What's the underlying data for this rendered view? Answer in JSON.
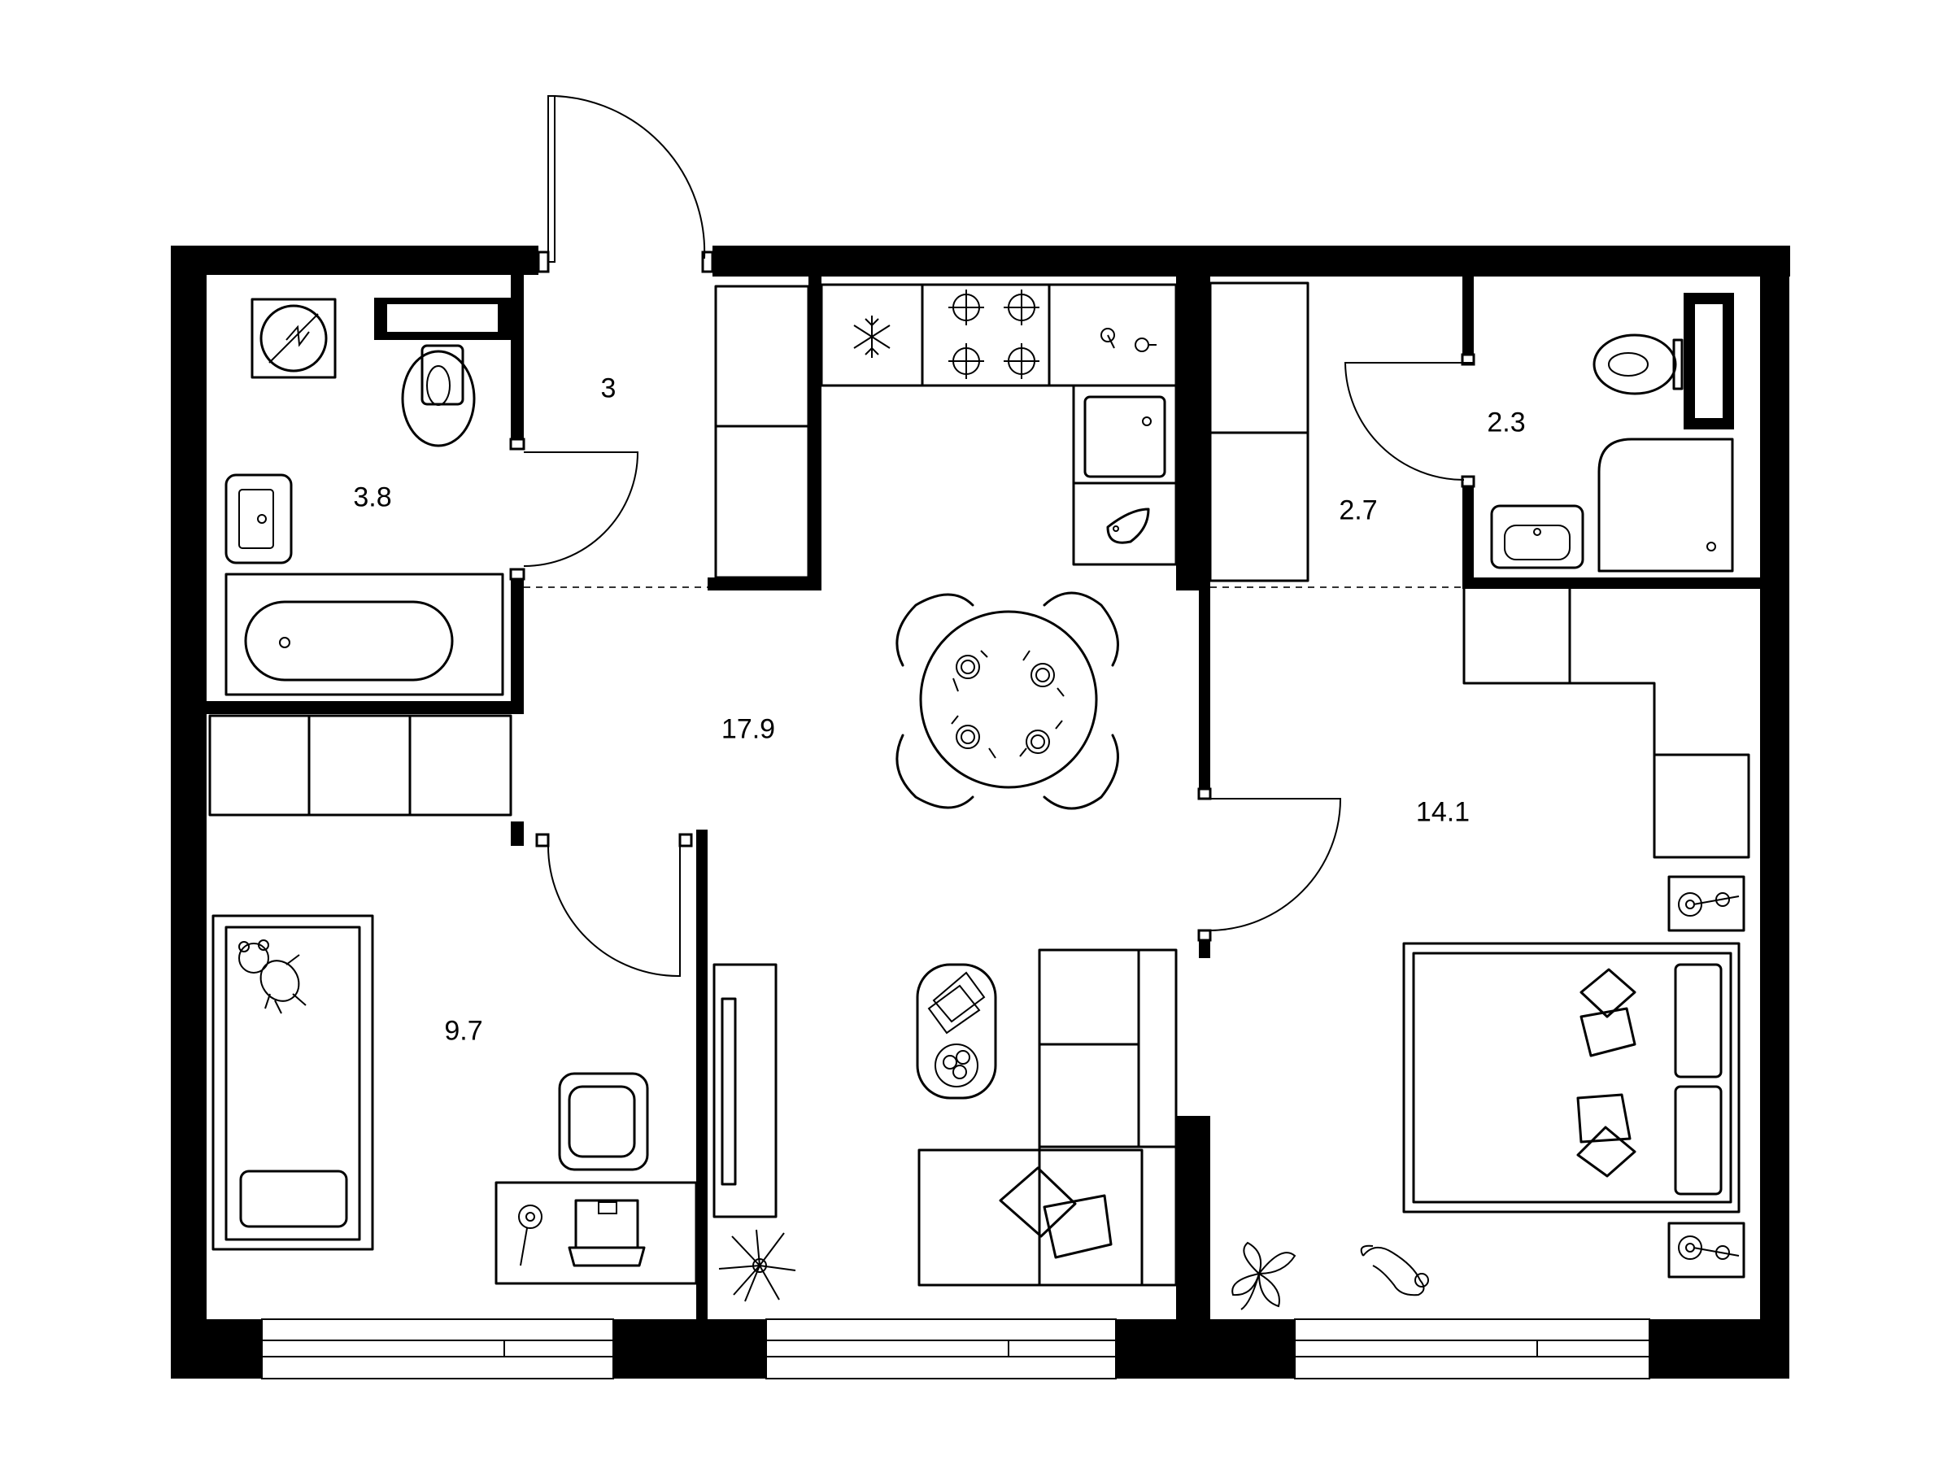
{
  "rooms": {
    "hall": {
      "area": "3"
    },
    "bathroom": {
      "area": "3.8"
    },
    "living_kitchen": {
      "area": "17.9"
    },
    "children_room": {
      "area": "9.7"
    },
    "dressing_hall": {
      "area": "2.7"
    },
    "toilet": {
      "area": "2.3"
    },
    "bedroom": {
      "area": "14.1"
    }
  },
  "colors": {
    "wall": "#000000",
    "background": "#ffffff"
  }
}
